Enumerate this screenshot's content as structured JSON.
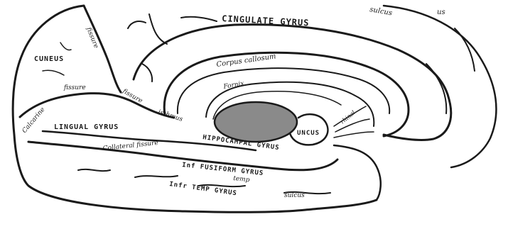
{
  "labels": {
    "cuneus": "CUNEUS",
    "cingulate_gyrus": "CINGULATE GYRUS",
    "sulcus_top": "sulcus",
    "sulcus_top_right": "us",
    "fissure_top": "fissure",
    "corpus_callosum": "Corpus callosum",
    "fornix": "Fornix",
    "calcarine": "Calcarine",
    "fissure_left": "fissure",
    "fissure_mid": "fissure",
    "isthmus": "isthmus",
    "lingual_gyrus": "LINGUAL GYRUS",
    "collateral_fissure": "Collateral fissure",
    "hippocampal_gyrus": "HIPPOCAMPAL GYRUS",
    "uncus": "UNCUS",
    "infr_fusiform_gyrus": "Inf FUSIFORM GYRUS",
    "temp": "temp",
    "infr_temp_gyrus": "Infr TEMP GYRUS",
    "sulcus_bottom": "sulcus",
    "rhinal": "rhinal"
  },
  "colors": {
    "ink": "#1a1a1a",
    "ventricle_fill": "#8a8a8a",
    "background": "#ffffff"
  }
}
